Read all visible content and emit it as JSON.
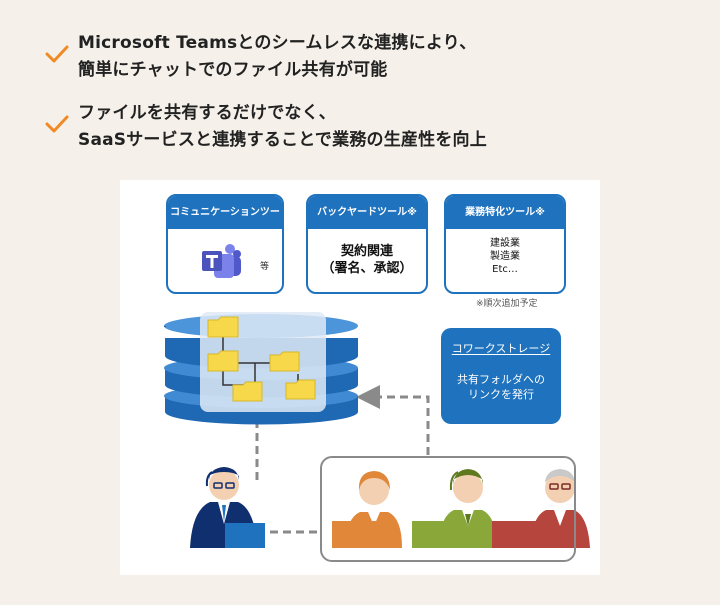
{
  "bullets": [
    {
      "lines": [
        "Microsoft Teamsとのシームレスな連携により、",
        "簡単にチャットでのファイル共有が可能"
      ]
    },
    {
      "lines": [
        "ファイルを共有するだけでなく、",
        "SaaSサービスと連携することで業務の生産性を向上"
      ]
    }
  ],
  "cards": {
    "communication": {
      "title": "コミュニケーションツール",
      "etc": "等",
      "icon": "microsoft-teams-icon"
    },
    "backyard": {
      "title": "バックヤードツール※",
      "body_line1": "契約関連",
      "body_line2": "（署名、承認）"
    },
    "industry": {
      "title": "業務特化ツール※",
      "body_line1": "建設業",
      "body_line2": "製造業",
      "body_line3": "Etc…"
    }
  },
  "note": "※順次追加予定",
  "storage": {
    "title": "コワークストレージ",
    "desc_line1": "共有フォルダへの",
    "desc_line2": "リンクを発行"
  },
  "colors": {
    "accent_orange": "#f08a24",
    "primary_blue": "#1f72bd",
    "database_blue": "#2b74c0",
    "folder_yellow": "#f7d84a",
    "person_orange": "#e0873a",
    "person_green": "#8aa83a",
    "person_red": "#b5453d",
    "dashed_gray": "#8a8a8a"
  }
}
